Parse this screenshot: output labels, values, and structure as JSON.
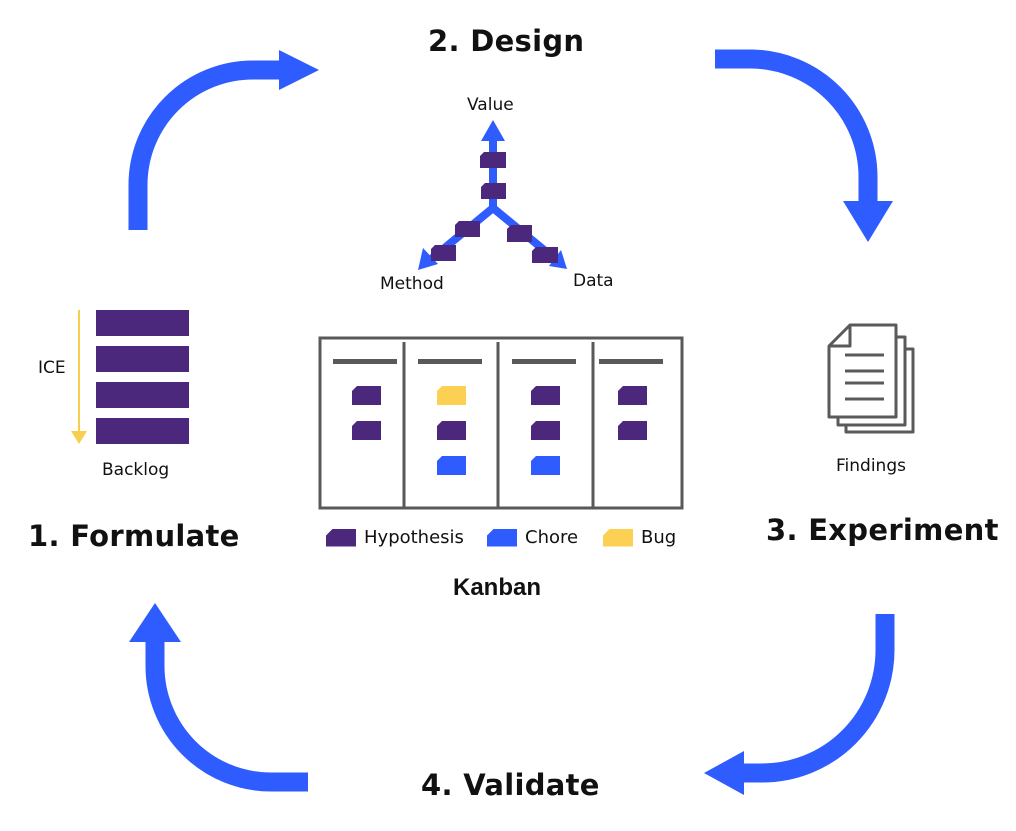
{
  "stages": {
    "formulate": "1. Formulate",
    "design": "2. Design",
    "experiment": "3. Experiment",
    "validate": "4. Validate"
  },
  "backlog": {
    "label": "Backlog",
    "priority_label": "ICE",
    "item_count": 4
  },
  "design": {
    "axes": {
      "top": "Value",
      "left": "Method",
      "right": "Data"
    },
    "cards_per_arm": 2
  },
  "experiment": {
    "icon": "documents-icon",
    "label": "Findings"
  },
  "kanban": {
    "title": "Kanban",
    "columns": [
      {
        "cards": [
          "hypothesis",
          "hypothesis"
        ]
      },
      {
        "cards": [
          "bug",
          "hypothesis",
          "chore"
        ]
      },
      {
        "cards": [
          "hypothesis",
          "hypothesis",
          "chore"
        ]
      },
      {
        "cards": [
          "hypothesis",
          "hypothesis"
        ]
      }
    ],
    "legend": [
      {
        "type": "hypothesis",
        "label": "Hypothesis"
      },
      {
        "type": "chore",
        "label": "Chore"
      },
      {
        "type": "bug",
        "label": "Bug"
      }
    ]
  },
  "colors": {
    "arrow": "#2f5cff",
    "hypothesis": "#4b287c",
    "chore": "#2f5cff",
    "bug": "#fbd053",
    "ice_arrow": "#f7cf4e",
    "board_line": "#595959",
    "icon_stroke": "#5a5a5a"
  }
}
